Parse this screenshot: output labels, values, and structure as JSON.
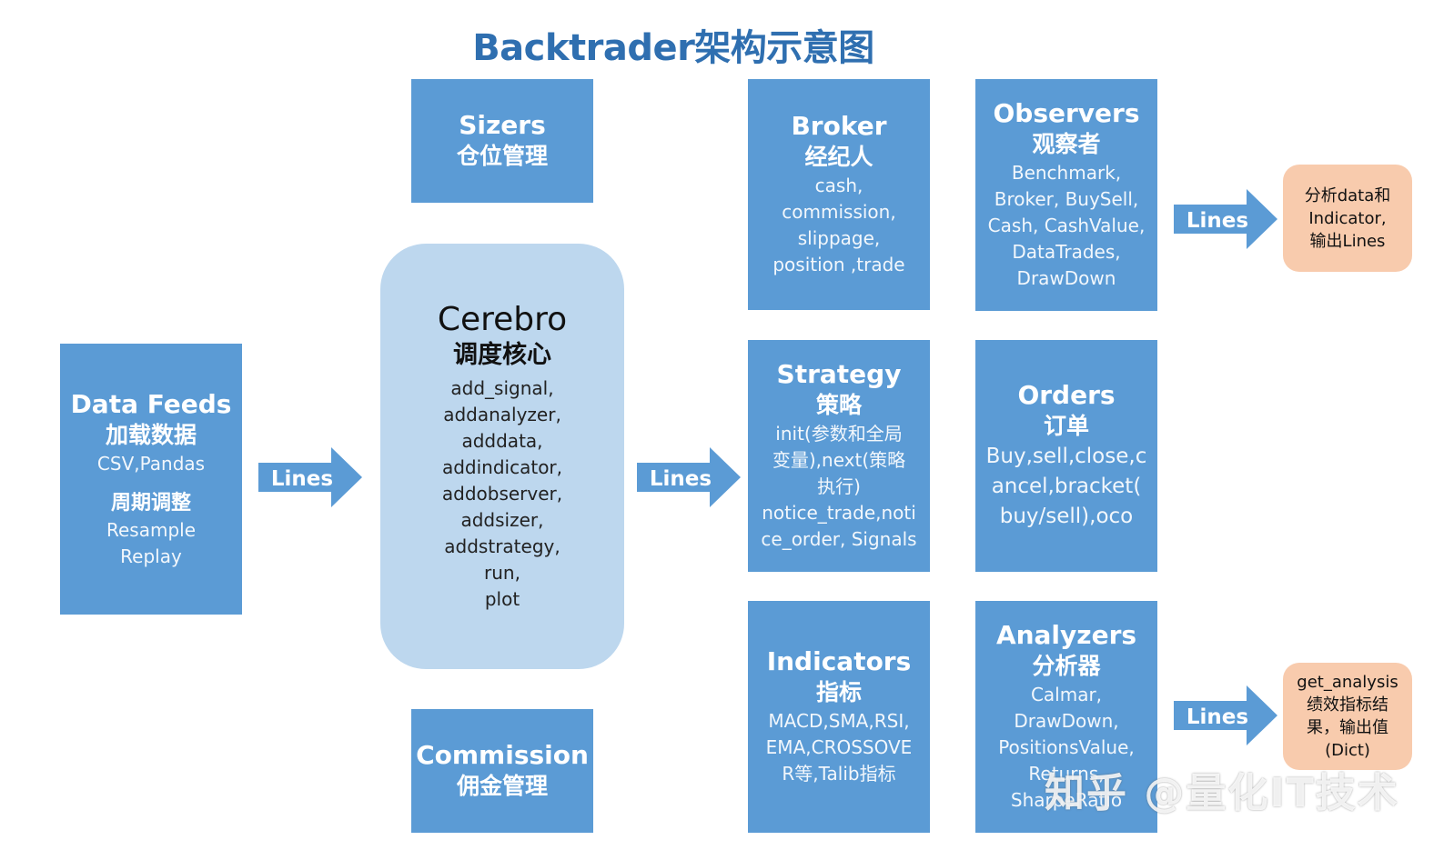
{
  "title": "Backtrader架构示意图",
  "data_feeds": {
    "name": "Data Feeds",
    "cn": "加载数据",
    "formats": "CSV,Pandas",
    "cn2": "周期调整",
    "lines": [
      "Resample",
      "Replay"
    ]
  },
  "sizers": {
    "name": "Sizers",
    "cn": "仓位管理"
  },
  "cerebro": {
    "name": "Cerebro",
    "cn": "调度核心",
    "methods": [
      "add_signal,",
      "addanalyzer,",
      "adddata,",
      "addindicator,",
      "addobserver,",
      "addsizer,",
      "addstrategy,",
      "run,",
      "plot"
    ]
  },
  "commission": {
    "name": "Commission",
    "cn": "佣金管理"
  },
  "broker": {
    "name": "Broker",
    "cn": "经纪人",
    "lines": [
      "cash,",
      "commission,",
      "slippage,",
      "position ,trade"
    ]
  },
  "strategy": {
    "name": "Strategy",
    "cn": "策略",
    "lines": [
      "init(参数和全局",
      "变量),next(策略",
      "执行)",
      "notice_trade,noti",
      "ce_order, Signals"
    ]
  },
  "indicators": {
    "name": "Indicators",
    "cn": "指标",
    "lines": [
      "MACD,SMA,RSI,",
      "EMA,CROSSOVE",
      "R等,Talib指标"
    ]
  },
  "observers": {
    "name": "Observers",
    "cn": "观察者",
    "lines": [
      "Benchmark,",
      "Broker, BuySell,",
      "Cash, CashValue,",
      "DataTrades,",
      "DrawDown"
    ]
  },
  "orders": {
    "name": "Orders",
    "cn": "订单",
    "lines": [
      "Buy,sell,close,c",
      "ancel,bracket(",
      "buy/sell),oco"
    ]
  },
  "analyzers": {
    "name": "Analyzers",
    "cn": "分析器",
    "lines": [
      "Calmar,",
      "DrawDown,",
      "PositionsValue,",
      "Returns,",
      "SharpeRatio"
    ]
  },
  "arrows": {
    "feeds_to_cerebro": "Lines",
    "cerebro_to_strategy": "Lines",
    "observers_out": "Lines",
    "analyzers_out": "Lines"
  },
  "notes": {
    "observers_note": [
      "分析data和",
      "Indicator,",
      "输出Lines"
    ],
    "analyzers_note": [
      "get_analysis",
      "绩效指标结",
      "果，输出值",
      "(Dict)"
    ]
  },
  "watermark": "知乎 @量化IT技术",
  "colors": {
    "box": "#5b9bd5",
    "cerebro": "#bdd7ee",
    "note": "#f8cbad",
    "title": "#2f6fb0"
  }
}
